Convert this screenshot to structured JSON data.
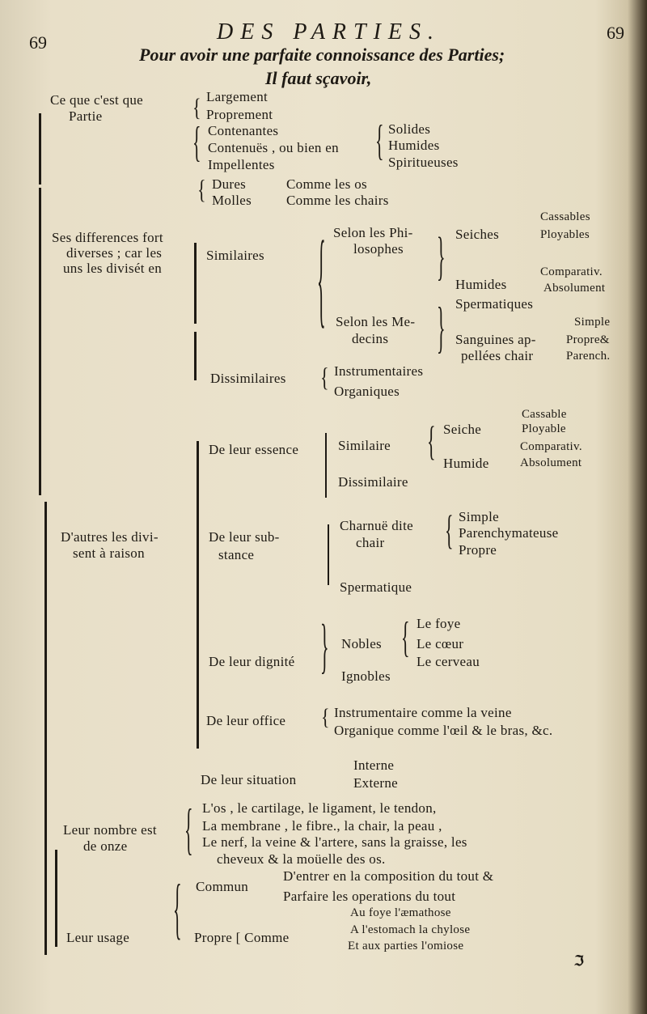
{
  "page": {
    "number_left": "69",
    "number_right": "69"
  },
  "header": {
    "title": "DES PARTIES.",
    "subtitle_1": "Pour avoir une parfaite connoissance des Parties;",
    "subtitle_2": "Il faut sçavoir,"
  },
  "definition": {
    "label_1": "Ce que c'est que",
    "label_2": "Partie",
    "options": [
      "Largement",
      "Proprement"
    ]
  },
  "kinds": {
    "items": [
      "Contenantes",
      "Contenuës , ou bien en",
      "Impellentes"
    ],
    "sub": [
      "Solides",
      "Humides",
      "Spiritueuses"
    ]
  },
  "consistency": {
    "items": [
      "Dures",
      "Molles"
    ],
    "comments": [
      "Comme les os",
      "Comme les chairs"
    ]
  },
  "differences": {
    "label": [
      "Ses differences fort",
      "diverses ; car les",
      "uns les divisét en"
    ],
    "similaires": "Similaires",
    "philosophes": [
      "Selon les Phi-",
      "losophes"
    ],
    "seiches": "Seiches",
    "seiches_sub": [
      "Cassables",
      "Ployables"
    ],
    "humides": "Humides",
    "humides_sub": [
      "Comparativ.",
      "Absolument"
    ],
    "medecins": [
      "Selon les Me-",
      "decins"
    ],
    "spermatiques": "Spermatiques",
    "sanguines": [
      "Sanguines ap-",
      "pellées chair"
    ],
    "sanguines_sub": [
      "Simple",
      "Propre&",
      "Parench."
    ],
    "dissimilaires": "Dissimilaires",
    "dissimilaires_sub": [
      "Instrumentaires",
      "Organiques"
    ]
  },
  "others": {
    "label": [
      "D'autres les divi-",
      "sent à raison"
    ],
    "essence": {
      "label": "De leur essence",
      "similaire": "Similaire",
      "dissimilaire": "Dissimilaire",
      "seiche": "Seiche",
      "seiche_sub": [
        "Cassable",
        "Ployable"
      ],
      "humide": "Humide",
      "humide_sub": [
        "Comparativ.",
        "Absolument"
      ]
    },
    "substance": {
      "label": [
        "De leur sub-",
        "stance"
      ],
      "charnue": [
        "Charnuë dite",
        "chair"
      ],
      "charnue_sub": [
        "Simple",
        "Parenchymateuse",
        "Propre"
      ],
      "spermatique": "Spermatique"
    },
    "dignite": {
      "label": "De leur dignité",
      "nobles": "Nobles",
      "nobles_sub": [
        "Le foye",
        "Le cœur",
        "Le cerveau"
      ],
      "ignobles": "Ignobles"
    },
    "office": {
      "label": "De leur office",
      "items": [
        "Instrumentaire comme la veine",
        "Organique comme l'œil & le bras, &c."
      ]
    },
    "situation": {
      "label": "De leur situation",
      "items": [
        "Interne",
        "Externe"
      ]
    }
  },
  "nombre": {
    "label": [
      "Leur nombre est",
      "de onze"
    ],
    "lines": [
      "L'os , le cartilage, le ligament, le tendon,",
      "La membrane , le fibre., la chair, la peau ,",
      "Le nerf, la veine & l'artere, sans la graisse, les",
      "cheveux & la moüelle des os."
    ]
  },
  "usage": {
    "label": "Leur usage",
    "commun": "Commun",
    "commun_sub": [
      "D'entrer en la composition du tout &",
      "Parfaire les operations du tout"
    ],
    "propre": "Propre [ Comme",
    "propre_sub": [
      "Au foye l'æmathose",
      "A l'estomach la chylose",
      "Et aux parties l'omiose"
    ]
  },
  "signature": "ℑ"
}
